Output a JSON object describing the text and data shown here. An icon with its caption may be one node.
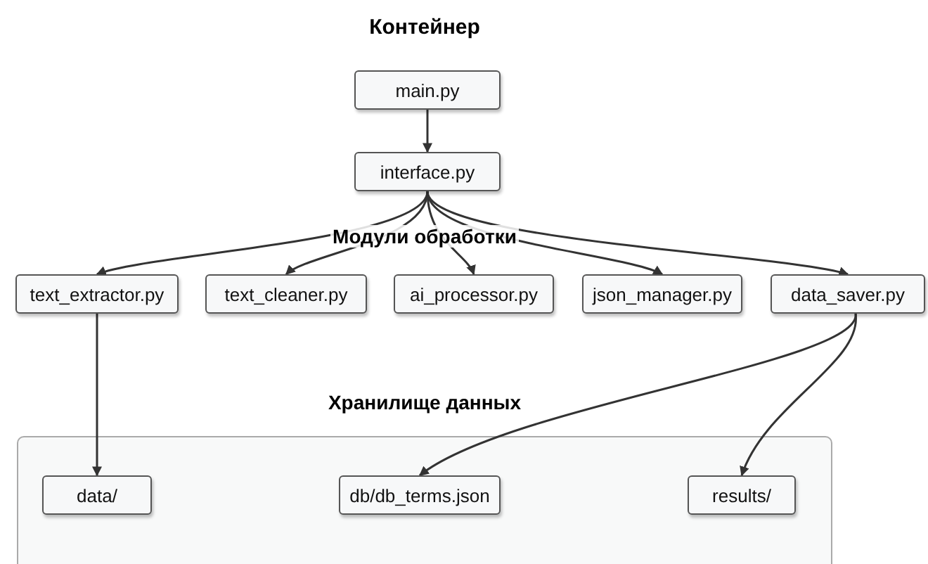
{
  "diagram": {
    "title": "Контейнер",
    "nodes": [
      {
        "text": [
          "main.py"
        ]
      },
      {
        "text": [
          "interface.py"
        ]
      },
      {
        "text": [
          "text_extractor.py"
        ]
      },
      {
        "text": [
          "text_cleaner.py"
        ]
      },
      {
        "text": [
          "ai_processor.py"
        ]
      },
      {
        "text": [
          "json_manager.py"
        ]
      },
      {
        "text": [
          "data_saver.py"
        ]
      },
      {
        "text": [
          "Хранилище данных"
        ]
      },
      {
        "text": [
          "data/"
        ],
        "in": 7
      },
      {
        "text": [
          "db/db_terms.json"
        ],
        "in": 7
      },
      {
        "text": [
          "results/"
        ],
        "in": 7
      }
    ],
    "edges": [
      {
        "from": 0,
        "to": 1,
        "arrow": "to"
      },
      {
        "from": 1,
        "to": 2,
        "arrow": "to"
      },
      {
        "from": 1,
        "to": 3,
        "arrow": "to"
      },
      {
        "from": 1,
        "to": 4,
        "arrow": "to"
      },
      {
        "from": 1,
        "to": 5,
        "arrow": "to"
      },
      {
        "from": 1,
        "to": 6,
        "arrow": "to"
      },
      {
        "from": 2,
        "to": 8,
        "arrow": "to"
      },
      {
        "from": 6,
        "to": 9,
        "arrow": "to"
      },
      {
        "from": 6,
        "to": 10,
        "arrow": "to"
      }
    ],
    "labels": [
      "Модули обработки"
    ]
  }
}
